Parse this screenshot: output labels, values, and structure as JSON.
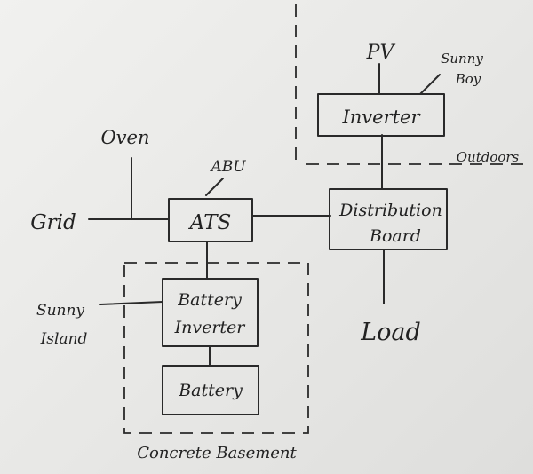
{
  "diagram": {
    "boxes": {
      "inverter": "Inverter",
      "distribution_board_line1": "Distribution",
      "distribution_board_line2": "Board",
      "ats": "ATS",
      "battery_inverter_line1": "Battery",
      "battery_inverter_line2": "Inverter",
      "battery": "Battery"
    },
    "labels": {
      "pv": "PV",
      "sunny_boy_line1": "Sunny",
      "sunny_boy_line2": "Boy",
      "outdoors": "Outdoors",
      "oven": "Oven",
      "abu": "ABU",
      "grid": "Grid",
      "sunny_island_line1": "Sunny",
      "sunny_island_line2": "Island",
      "load": "Load",
      "concrete_basement": "Concrete Basement"
    }
  }
}
